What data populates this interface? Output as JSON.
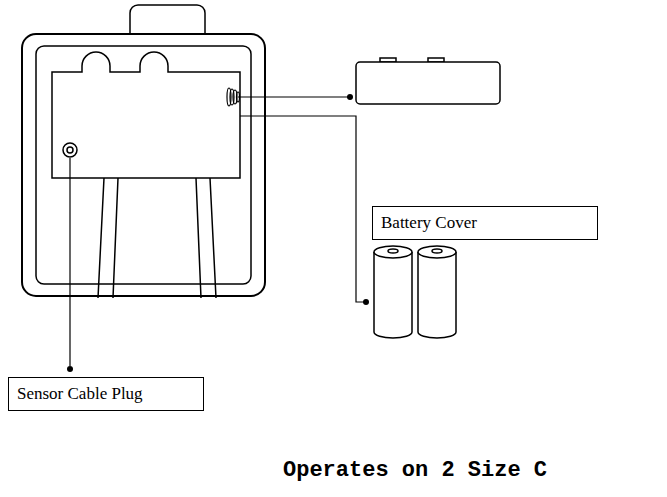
{
  "diagram": {
    "nodes": [
      {
        "text": [
          "Battery Cover"
        ]
      },
      {
        "text": [
          "Sensor Cable Plug"
        ]
      }
    ],
    "labels": [
      "Operates on 2 Size C"
    ]
  }
}
